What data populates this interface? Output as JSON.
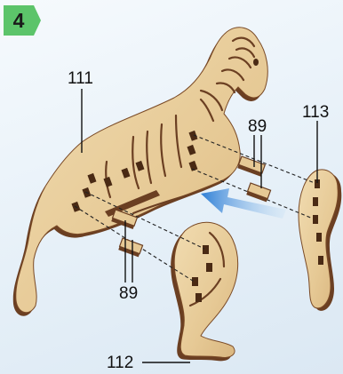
{
  "step": {
    "number": "4"
  },
  "parts": {
    "body": {
      "label": "111"
    },
    "hind_leg": {
      "label": "112"
    },
    "front_leg": {
      "label": "113"
    },
    "connector_top": {
      "label": "89"
    },
    "connector_bottom": {
      "label": "89"
    }
  },
  "colors": {
    "wood_face": "#e8cfa0",
    "wood_edge": "#6b3f22",
    "badge": "#5cc46a",
    "arrow": "#3b8fdc",
    "leader": "#111111"
  },
  "icons": {
    "direction": "arrow-left-icon"
  }
}
